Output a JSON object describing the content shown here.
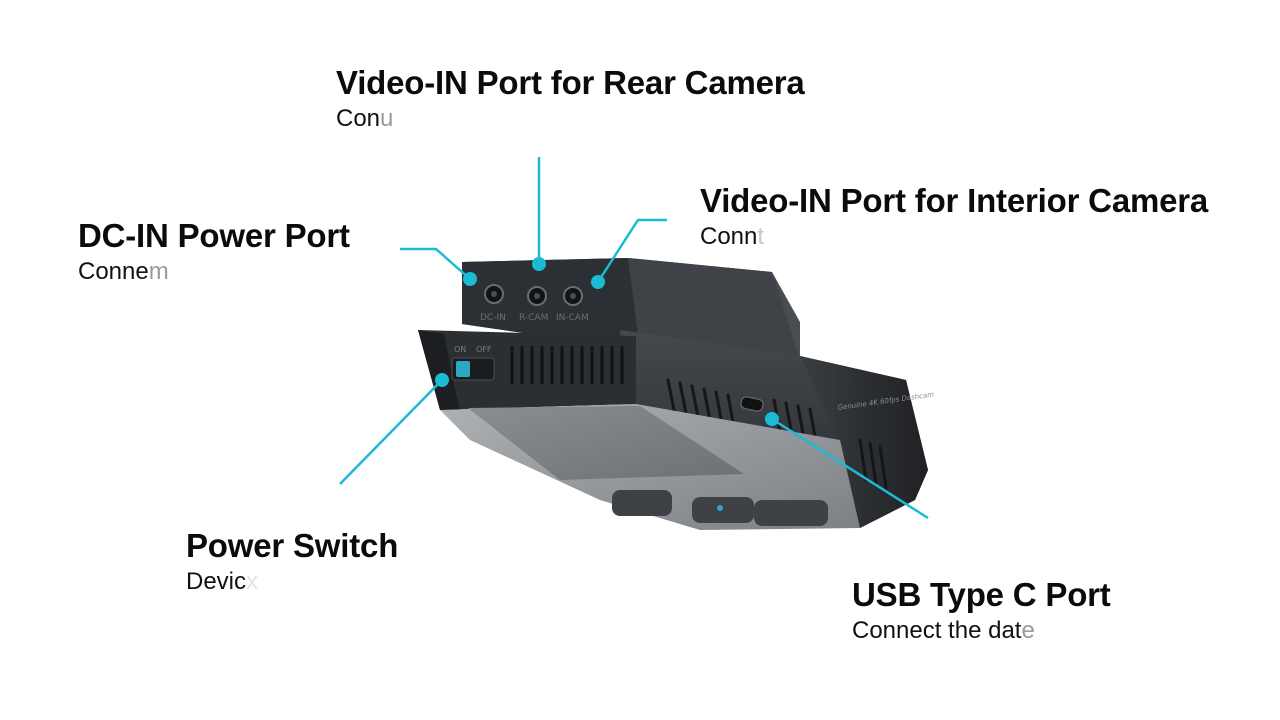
{
  "colors": {
    "accent": "#1bbbd6",
    "body": "#3a3d41",
    "title_text": "#0b0b0b"
  },
  "labels": {
    "rear_camera": {
      "title": "Video-IN Port for Rear Camera",
      "desc_main": "Con",
      "desc_fade": "u"
    },
    "interior_camera": {
      "title": "Video-IN Port for Interior Camera",
      "desc_main": "Conn",
      "desc_fade": "t"
    },
    "dc_in": {
      "title": "DC-IN Power Port",
      "desc_main": "Conne",
      "desc_fade": "m"
    },
    "power_switch": {
      "title": "Power Switch",
      "desc_main": "Devic",
      "desc_fade": "x"
    },
    "usb_c": {
      "title": "USB Type C Port",
      "desc_main": "Connect the dat",
      "desc_fade": "e"
    }
  },
  "device": {
    "port_labels": [
      "DC-IN",
      "R-CAM",
      "IN-CAM"
    ],
    "switch_on": "ON",
    "switch_off": "OFF",
    "brand_line": "Genuine 4K 60fps Dashcam",
    "icons": [
      "dc-jack-icon",
      "audio-jack-icon",
      "usb-c-port-icon",
      "power-switch-icon"
    ]
  }
}
